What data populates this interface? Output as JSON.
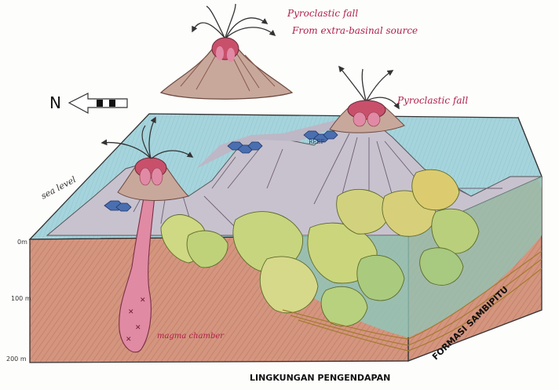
{
  "labels": {
    "pyroclastic_fall_1": "Pyroclastic fall",
    "source_note": "From extra-basinal source",
    "pyroclastic_fall_2": "Pyroclastic fall",
    "sea_level": "sea level",
    "reef": "REEF",
    "magma_chamber": "magma chamber",
    "north": "N",
    "formation": "FORMASI SAMBIPITU",
    "title": "LINGKUNGAN PENGENDAPAN"
  },
  "depth_scale": [
    "0m",
    "100 m",
    "200 m"
  ],
  "colors": {
    "sea": "#9fd0d8",
    "sea_deep": "#7bbfcc",
    "land": "#c8c2cf",
    "crust": "#d4957f",
    "crust_dark": "#c07b66",
    "fan": "#cbd77a",
    "reef": "#4a6fb0",
    "crater": "#c9506b",
    "ink": "#222222"
  }
}
